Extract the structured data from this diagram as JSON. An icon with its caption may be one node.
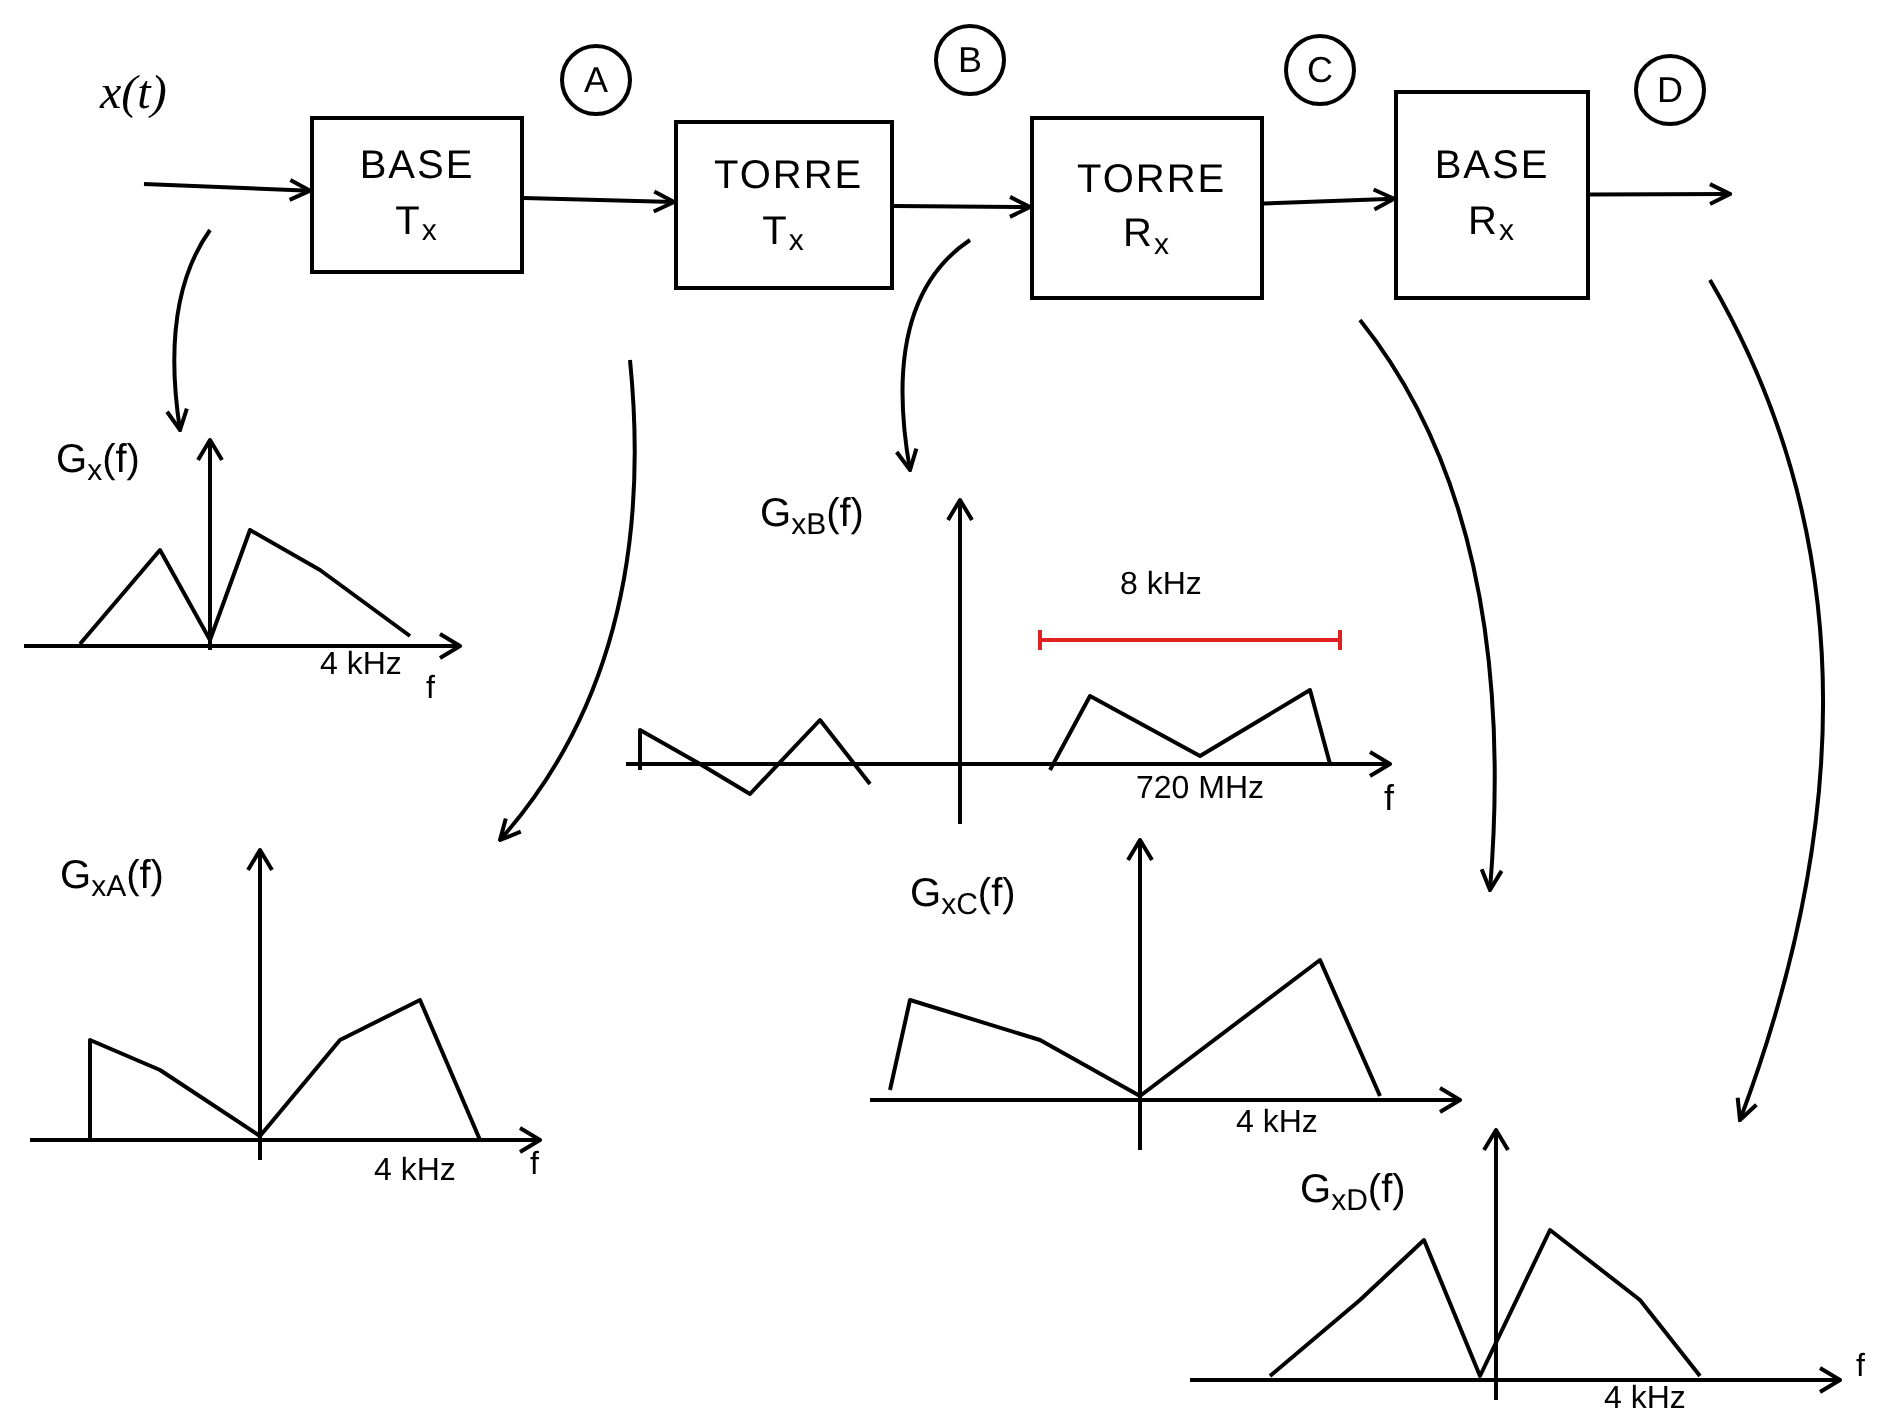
{
  "diagram": {
    "nodes": [
      {
        "text": [
          "BASE T$_{x}$"
        ]
      },
      {
        "text": [
          "A"
        ]
      },
      {
        "text": [
          "TORRE T$_{x}$"
        ]
      },
      {
        "text": [
          "B"
        ]
      },
      {
        "text": [
          "TORRE R$_{x}$"
        ]
      },
      {
        "text": [
          "C"
        ]
      },
      {
        "text": [
          "BASE R$_{x}$"
        ]
      },
      {
        "text": [
          "D"
        ]
      },
      {
        "text": [
          "G$_{x}$(f)",
          "4 kHz",
          "f"
        ]
      },
      {
        "text": [
          "G$_{xB}$(f)",
          "8 kHz",
          "720 MHz",
          "f"
        ]
      },
      {
        "text": [
          "G$_{xA}$(f)",
          "4 kHz",
          "f"
        ]
      },
      {
        "text": [
          "G$_{xC}$(f)",
          "4 kHz"
        ]
      },
      {
        "text": [
          "G$_{xD}$(f)",
          "4 kHz",
          "f"
        ]
      }
    ],
    "edges": [
      {
        "from": null,
        "to": 0,
        "arrow": "to"
      },
      {
        "from": 0,
        "to": 2,
        "arrow": "to"
      },
      {
        "from": 2,
        "to": 4,
        "arrow": "to"
      },
      {
        "from": 4,
        "to": 6,
        "arrow": "to"
      },
      {
        "from": 6,
        "to": null,
        "arrow": "to"
      },
      {
        "from": null,
        "to": 8,
        "arrow": "to"
      },
      {
        "from": null,
        "to": 10,
        "arrow": "to"
      },
      {
        "from": null,
        "to": 9,
        "arrow": "to"
      },
      {
        "from": null,
        "to": 11,
        "arrow": "to"
      },
      {
        "from": null,
        "to": 12,
        "arrow": "to"
      }
    ],
    "labels": [
      "x(t)"
    ]
  }
}
